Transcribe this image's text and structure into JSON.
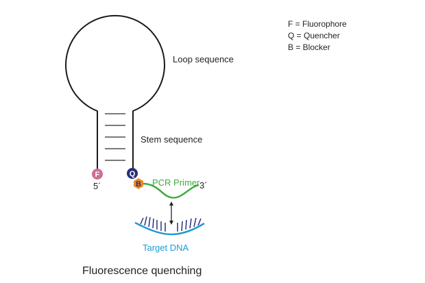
{
  "legend": {
    "items": [
      "F = Fluorophore",
      "Q = Quencher",
      "B = Blocker"
    ]
  },
  "labels": {
    "loop": "Loop sequence",
    "stem": "Stem sequence",
    "five_prime": "5´",
    "three_prime": "3´",
    "pcr_primer": "PCR Primer",
    "target_dna": "Target DNA",
    "caption": "Fluorescence quenching"
  },
  "markers": {
    "fluorophore": {
      "letter": "F",
      "color": "#cc6e98"
    },
    "quencher": {
      "letter": "Q",
      "color": "#2a2f7a"
    },
    "blocker": {
      "letter": "B",
      "color": "#ee8c1f"
    }
  },
  "colors": {
    "probe": "#1a1a1a",
    "stem_bars": "#7a7a7a",
    "primer": "#3daa3d",
    "target": "#1f9ad6",
    "target_ticks": "#2a2f7a",
    "arrow": "#222222"
  }
}
